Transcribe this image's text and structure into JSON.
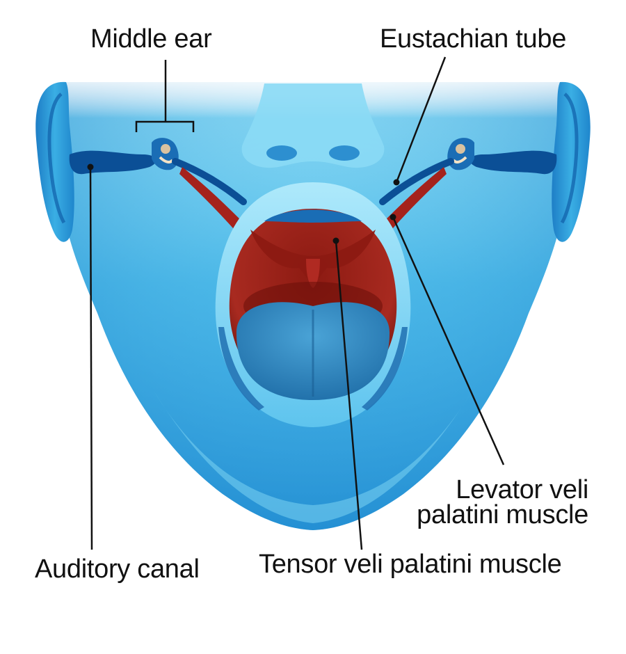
{
  "labels": {
    "middle_ear": "Middle ear",
    "eustachian_tube": "Eustachian tube",
    "levator_line1": "Levator veli",
    "levator_line2": "palatini muscle",
    "auditory_canal": "Auditory canal",
    "tensor": "Tensor veli palatini muscle"
  },
  "colors": {
    "skin_light": "#7ed6f2",
    "skin_mid": "#3fb3e6",
    "skin_dark": "#1b7fc4",
    "canal": "#0a4f95",
    "muscle": "#a5221c",
    "muscle_dark": "#7a1510",
    "tongue": "#2f7fb7",
    "leader": "#111111"
  }
}
